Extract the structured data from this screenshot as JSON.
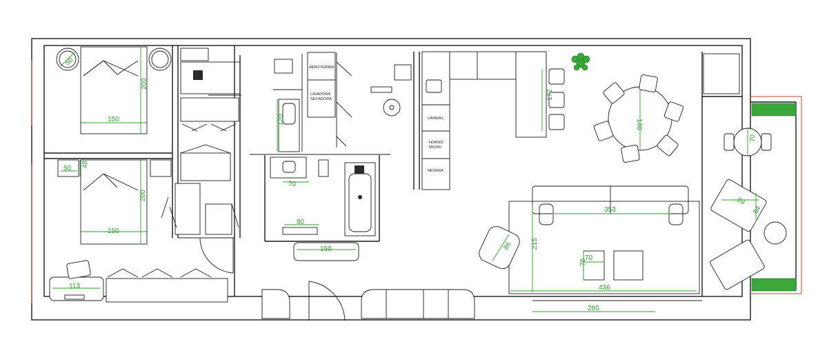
{
  "colors": {
    "walls": "#1a1a1a",
    "dimensions": "#2e9e2e",
    "exterior_edge": "#d23a3a",
    "plants": "#3aa83a"
  },
  "labels": {
    "aerotermia": "AEROTERMIA",
    "lavadora_1": "LAVADORA",
    "lavadora_2": "SECADORA",
    "lavavaj": "LAVAVAJ.",
    "horno_1": "HORNO",
    "horno_2": "MICRO",
    "nevera": "NEVERA"
  },
  "dimensions": {
    "round_table_bed1": "50",
    "bed1_length": "200",
    "bed1_width": "150",
    "shower_length": "120",
    "nightstand_bed2_w": "50",
    "nightstand_bed2_h": "48",
    "bed2_length": "200",
    "bed2_width": "150",
    "sink_width": "70",
    "bench_width": "80",
    "bath_mat_width": "150",
    "desk_width": "113",
    "bar_stools_length": "172",
    "dining_table_diameter": "140",
    "sofa_length": "353",
    "rug_depth": "215",
    "armchair_depth": "86",
    "coffee_table_w": "70",
    "coffee_table_d": "70",
    "rug_length": "436",
    "tv_unit_length": "280",
    "terrace_table_diameter": "70",
    "lounger_w": "89",
    "lounger_d": "84"
  }
}
